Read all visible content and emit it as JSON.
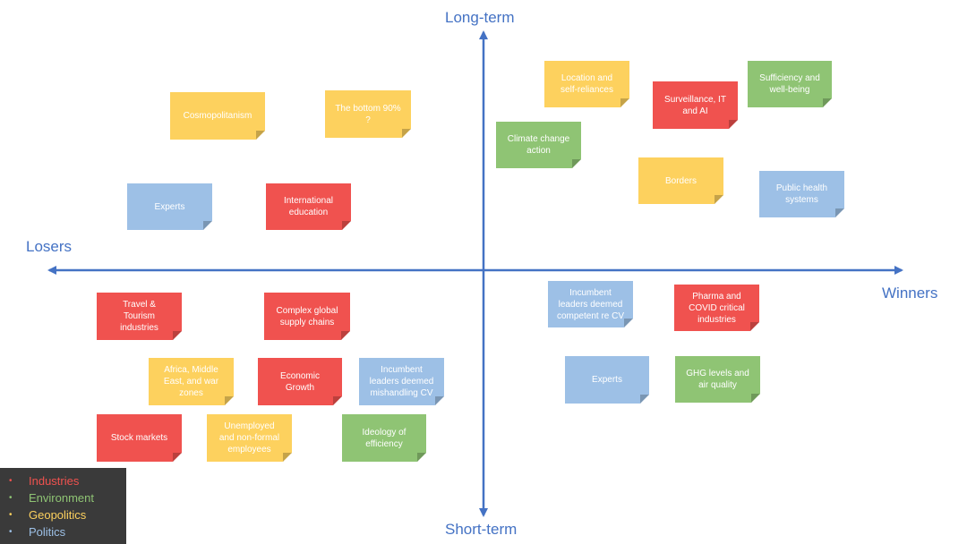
{
  "axes": {
    "top": "Long-term",
    "bottom": "Short-term",
    "left": "Losers",
    "right": "Winners"
  },
  "colors": {
    "axis": "#4472c4",
    "Industries": "#f0524f",
    "Environment": "#8fc474",
    "Geopolitics": "#fdd15e",
    "Politics": "#9dc0e6"
  },
  "notes": [
    {
      "text": "Cosmopolitanism",
      "category": "Geopolitics"
    },
    {
      "text": "The bottom 90%\n?",
      "category": "Geopolitics"
    },
    {
      "text": "Experts",
      "category": "Politics"
    },
    {
      "text": "International\neducation",
      "category": "Industries"
    },
    {
      "text": "Location and\nself-reliances",
      "category": "Geopolitics"
    },
    {
      "text": "Surveillance, IT\nand AI",
      "category": "Industries"
    },
    {
      "text": "Sufficiency and\nwell-being",
      "category": "Environment"
    },
    {
      "text": "Climate change\naction",
      "category": "Environment"
    },
    {
      "text": "Borders",
      "category": "Geopolitics"
    },
    {
      "text": "Public health\nsystems",
      "category": "Politics"
    },
    {
      "text": "Travel &\nTourism\nindustries",
      "category": "Industries"
    },
    {
      "text": "Complex global\nsupply chains",
      "category": "Industries"
    },
    {
      "text": "Africa, Middle\nEast, and war\nzones",
      "category": "Geopolitics"
    },
    {
      "text": "Economic\nGrowth",
      "category": "Industries"
    },
    {
      "text": "Incumbent\nleaders deemed\nmishandling CV",
      "category": "Politics"
    },
    {
      "text": "Stock markets",
      "category": "Industries"
    },
    {
      "text": "Unemployed\nand non-formal\nemployees",
      "category": "Geopolitics"
    },
    {
      "text": "Ideology of\nefficiency",
      "category": "Environment"
    },
    {
      "text": "Incumbent\nleaders deemed\ncompetent re CV",
      "category": "Politics"
    },
    {
      "text": "Pharma and\nCOVID critical\nindustries",
      "category": "Industries"
    },
    {
      "text": "Experts",
      "category": "Politics"
    },
    {
      "text": "GHG levels and\nair quality",
      "category": "Environment"
    }
  ],
  "legend": [
    {
      "label": "Industries",
      "color": "#f0524f"
    },
    {
      "label": "Environment",
      "color": "#8fc474"
    },
    {
      "label": "Geopolitics",
      "color": "#fdd15e"
    },
    {
      "label": "Politics",
      "color": "#9dc0e6"
    }
  ]
}
